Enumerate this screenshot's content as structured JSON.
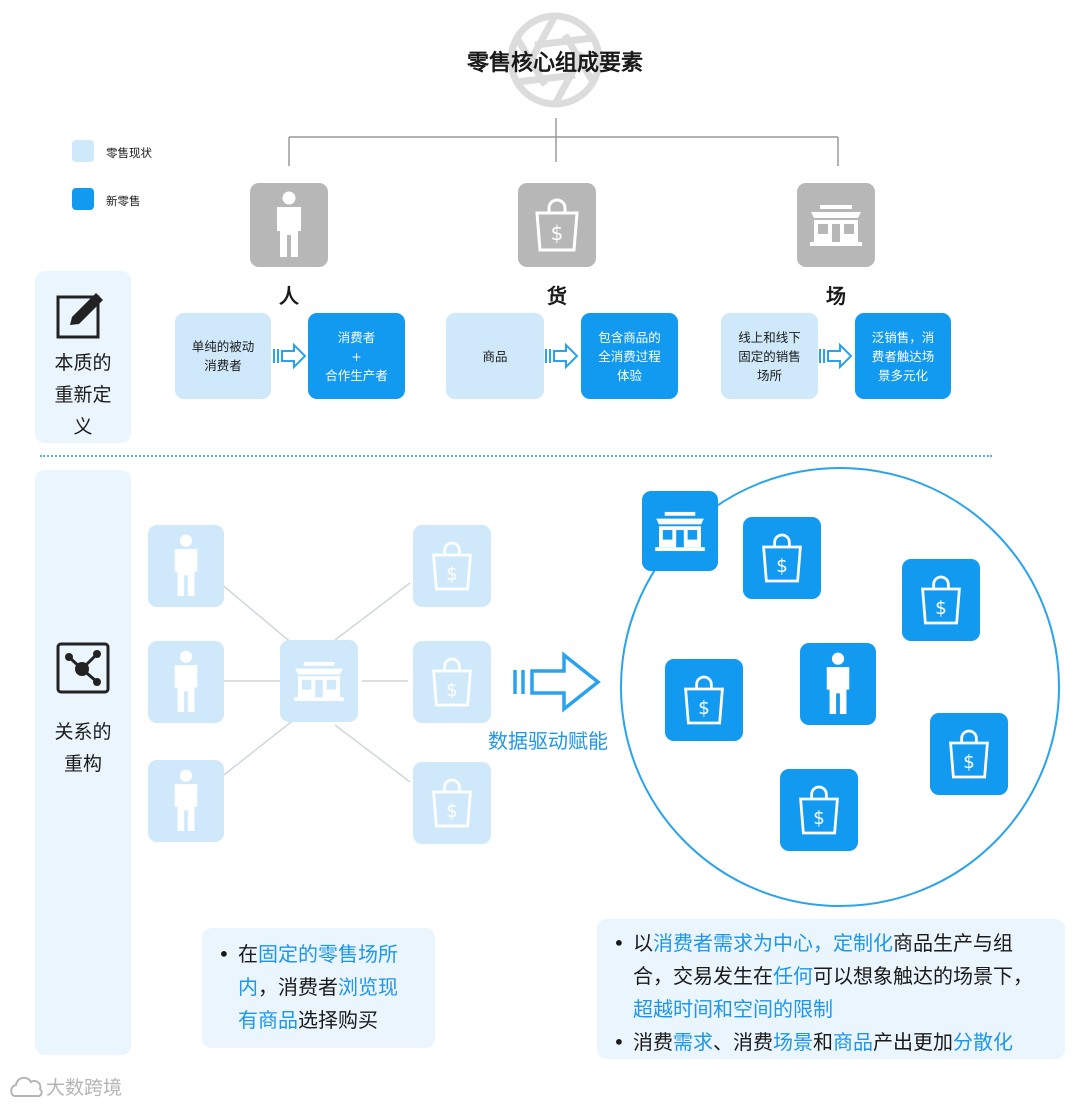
{
  "title": "零售核心组成要素",
  "legend": [
    {
      "label": "零售现状",
      "color": "#cfe9fb"
    },
    {
      "label": "新零售",
      "color": "#119af0"
    }
  ],
  "categories": [
    {
      "label": "人",
      "icon": "person-icon"
    },
    {
      "label": "货",
      "icon": "shopping-bag-icon"
    },
    {
      "label": "场",
      "icon": "storefront-icon"
    }
  ],
  "redefinition": {
    "label_lines": [
      "本质的",
      "重新定",
      "义"
    ],
    "pairs": [
      {
        "current_lines": [
          "单纯的被动",
          "消费者"
        ],
        "new_lines": [
          "消费者",
          "+",
          "合作生产者"
        ]
      },
      {
        "current_lines": [
          "商品"
        ],
        "new_lines": [
          "包含商品的",
          "全消费过程",
          "体验"
        ]
      },
      {
        "current_lines": [
          "线上和线下",
          "固定的销售",
          "场所"
        ],
        "new_lines": [
          "泛销售，消",
          "费者触达场",
          "景多元化"
        ]
      }
    ]
  },
  "restructure": {
    "label_lines": [
      "关系的",
      "重构"
    ],
    "arrow_label": "数据驱动赋能"
  },
  "notes": {
    "left": [
      [
        {
          "t": "在"
        },
        {
          "t": "固定的零售场所",
          "hl": true
        },
        {
          "t": "\n"
        },
        {
          "t": "内",
          "hl": true
        },
        {
          "t": "，消费者"
        },
        {
          "t": "浏览现",
          "hl": true
        },
        {
          "t": "\n"
        },
        {
          "t": "有商品",
          "hl": true
        },
        {
          "t": "选择购买"
        }
      ]
    ],
    "right": [
      [
        {
          "t": "以"
        },
        {
          "t": "消费者需求为中心，定制化",
          "hl": true
        },
        {
          "t": "商品生产与组"
        },
        {
          "t": "\n"
        },
        {
          "t": "合，交易发生在"
        },
        {
          "t": "任何",
          "hl": true
        },
        {
          "t": "可以想象触达的场景下，"
        },
        {
          "t": "\n"
        },
        {
          "t": "超越时间和空间的限制",
          "hl": true
        }
      ],
      [
        {
          "t": "消费"
        },
        {
          "t": "需求",
          "hl": true
        },
        {
          "t": "、消费"
        },
        {
          "t": "场景",
          "hl": true
        },
        {
          "t": "和"
        },
        {
          "t": "商品",
          "hl": true
        },
        {
          "t": "产出更加"
        },
        {
          "t": "分散化",
          "hl": true
        }
      ]
    ]
  },
  "watermark": "大数跨境",
  "colors": {
    "gray_tile": "#b7b7b7",
    "current": "#cfe9fb",
    "new": "#119af0",
    "highlight": "#1e96ea",
    "panel": "#eaf5fd"
  }
}
